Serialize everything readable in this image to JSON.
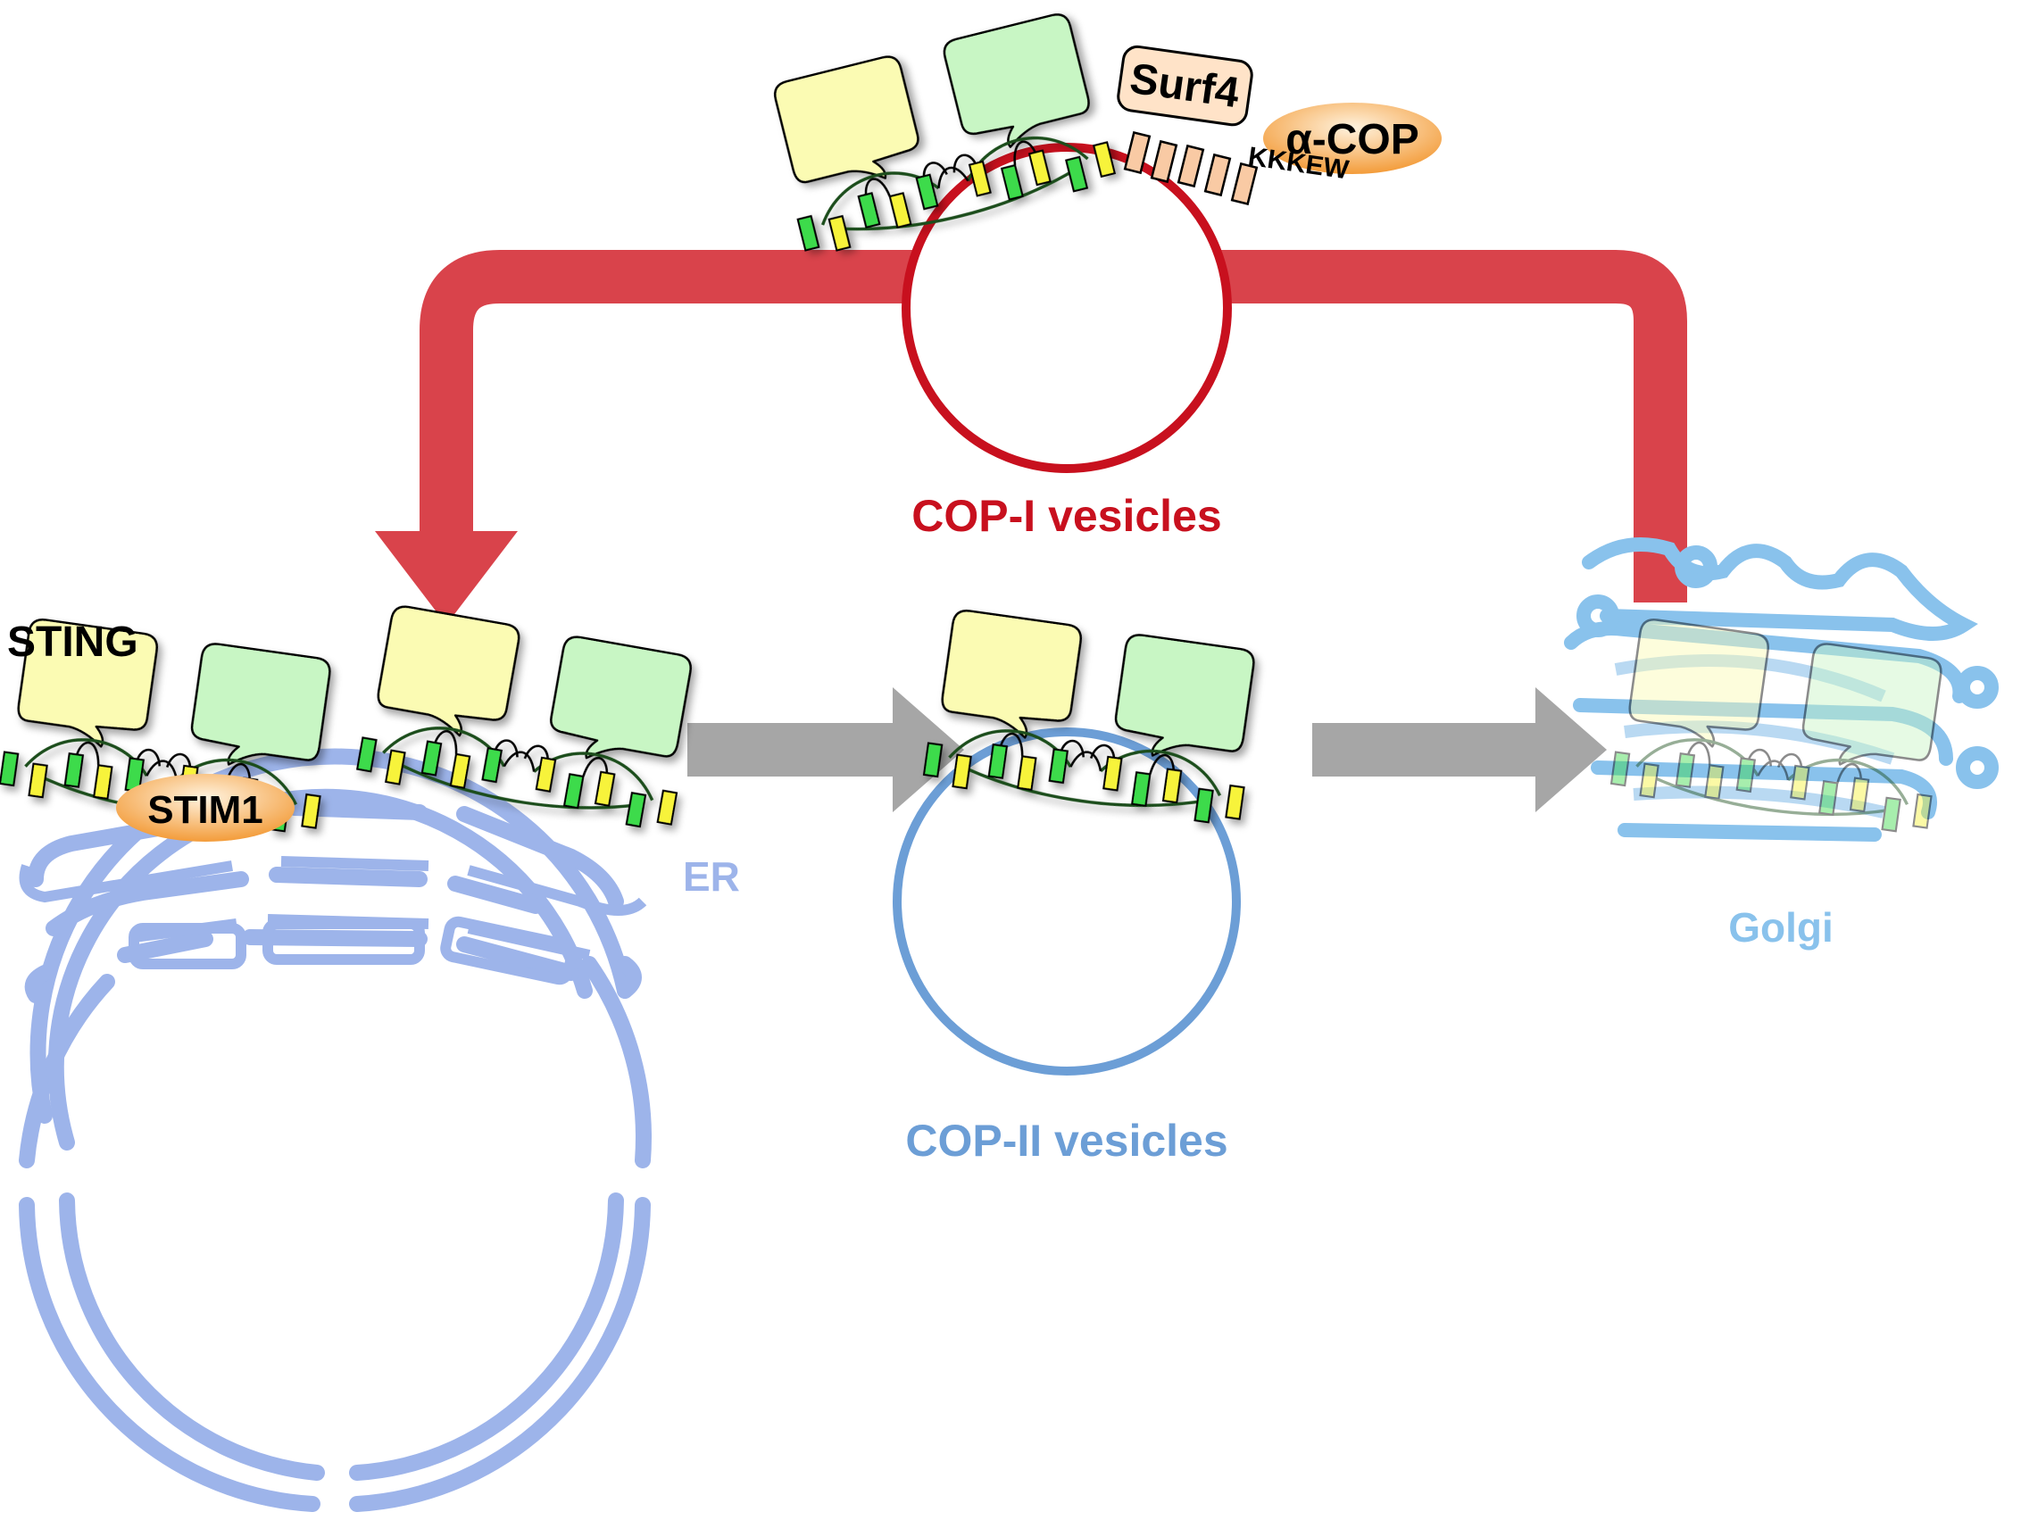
{
  "labels": {
    "sting": "STING",
    "stim1": "STIM1",
    "er": "ER",
    "copii": "COP-II vesicles",
    "copi": "COP-I vesicles",
    "golgi": "Golgi",
    "surf4": "Surf4",
    "acop": "α-COP",
    "kkkew": "KKKEW"
  },
  "colors": {
    "er_membrane": "#9db4ea",
    "copii_vesicle": "#6c9ed6",
    "copi_vesicle": "#c8101e",
    "retro_arrow": "#d9434b",
    "forward_arrow": "#a6a6a6",
    "golgi_membrane": "#89c2ec",
    "sting_yellow": "#fbfbb3",
    "sting_green": "#c8f6c4",
    "helix_yellow": "#f7f33a",
    "helix_green": "#3ddb4c",
    "surf4_fill": "#ffe3c8",
    "acop_fill": "#f5b26b",
    "stim1_fill": "#f5b26b"
  }
}
